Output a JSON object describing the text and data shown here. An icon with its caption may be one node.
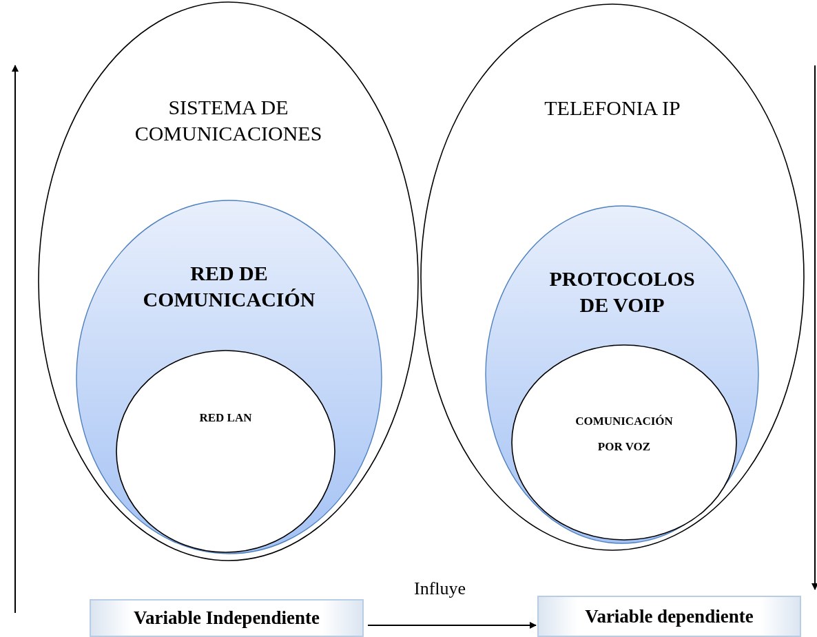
{
  "diagram": {
    "nodes": [
      {
        "text": [
          "SISTEMA DE COMUNICACIONES"
        ]
      },
      {
        "text": [
          "RED DE COMUNICACIÓN"
        ],
        "in": 0
      },
      {
        "text": [
          "RED LAN"
        ],
        "in": 1
      },
      {
        "text": [
          "TELEFONIA IP"
        ]
      },
      {
        "text": [
          "PROTOCOLOS DE VOIP"
        ],
        "in": 3
      },
      {
        "text": [
          "COMUNICACIÓN POR VOZ"
        ],
        "in": 4
      },
      {
        "text": [
          "Variable Independiente"
        ]
      },
      {
        "text": [
          "Variable dependiente"
        ]
      }
    ],
    "edges": [
      {
        "from": 6,
        "to": 7,
        "arrow": "to",
        "label": "Influye"
      }
    ]
  }
}
